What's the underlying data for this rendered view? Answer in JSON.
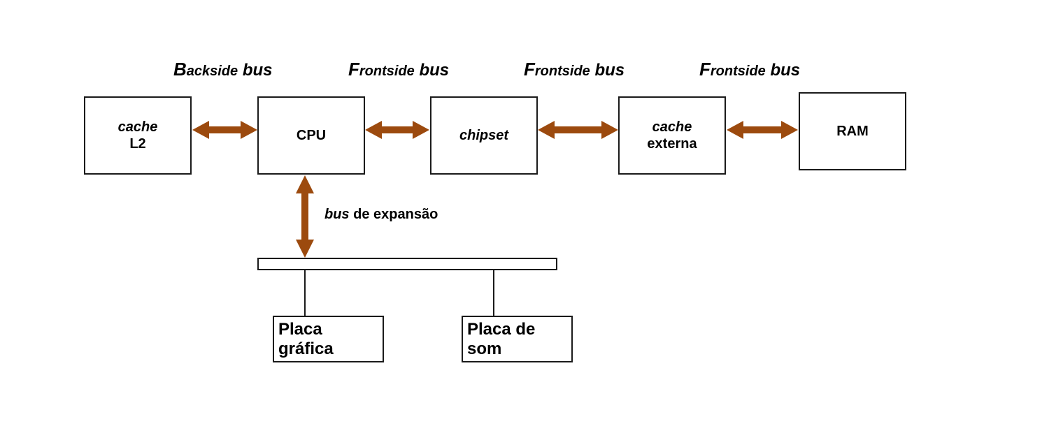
{
  "colors": {
    "arrow": "#9C4A0E",
    "border": "#1a1a1a",
    "background": "#ffffff"
  },
  "bus_labels": [
    {
      "first": "B",
      "rest": "ackside",
      "bus": "bus"
    },
    {
      "first": "F",
      "rest": "rontside",
      "bus": "bus"
    },
    {
      "first": "F",
      "rest": "rontside",
      "bus": "bus"
    },
    {
      "first": "F",
      "rest": "rontside",
      "bus": "bus"
    }
  ],
  "components": {
    "cache_l2": {
      "line1": "cache",
      "line2": "L2"
    },
    "cpu": {
      "label": "CPU"
    },
    "chipset": {
      "label": "chipset"
    },
    "cache_externa": {
      "line1": "cache",
      "line2": "externa"
    },
    "ram": {
      "label": "RAM"
    }
  },
  "expansion": {
    "italic": "bus",
    "rest": " de expansão"
  },
  "cards": [
    {
      "line1": "Placa",
      "line2": "gráfica"
    },
    {
      "line1": "Placa de",
      "line2": "som"
    }
  ]
}
